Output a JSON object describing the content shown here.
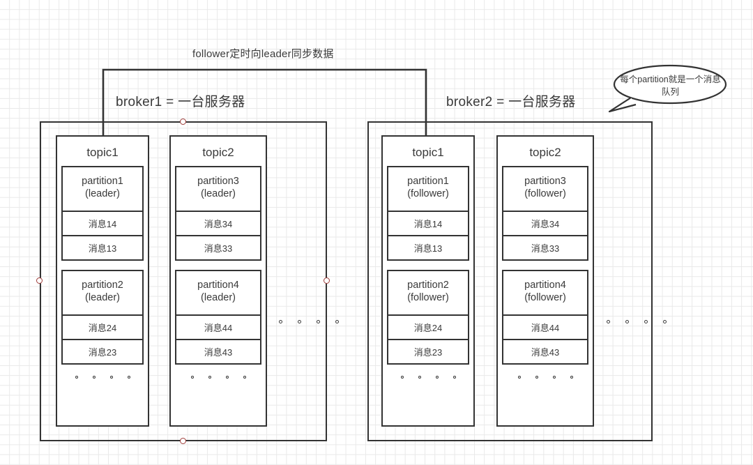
{
  "diagram": {
    "sync_note": "follower定时向leader同步数据",
    "callout": "每个partition就是一个消息队列",
    "ellipsis_symbol": "",
    "colors": {
      "stroke": "#333333",
      "text": "#3a3a3a",
      "grid": "#e9e9e9",
      "handle": "#9e3b38"
    }
  },
  "brokers": [
    {
      "label": "broker1 = 一台服务器",
      "topics": [
        {
          "name": "topic1",
          "partitions": [
            {
              "name": "partition1",
              "role": "(leader)",
              "messages": [
                "消息14",
                "消息13"
              ]
            },
            {
              "name": "partition2",
              "role": "(leader)",
              "messages": [
                "消息24",
                "消息23"
              ]
            }
          ]
        },
        {
          "name": "topic2",
          "partitions": [
            {
              "name": "partition3",
              "role": "(leader)",
              "messages": [
                "消息34",
                "消息33"
              ]
            },
            {
              "name": "partition4",
              "role": "(leader)",
              "messages": [
                "消息44",
                "消息43"
              ]
            }
          ]
        }
      ]
    },
    {
      "label": "broker2 = 一台服务器",
      "topics": [
        {
          "name": "topic1",
          "partitions": [
            {
              "name": "partition1",
              "role": "(follower)",
              "messages": [
                "消息14",
                "消息13"
              ]
            },
            {
              "name": "partition2",
              "role": "(follower)",
              "messages": [
                "消息24",
                "消息23"
              ]
            }
          ]
        },
        {
          "name": "topic2",
          "partitions": [
            {
              "name": "partition3",
              "role": "(follower)",
              "messages": [
                "消息34",
                "消息33"
              ]
            },
            {
              "name": "partition4",
              "role": "(follower)",
              "messages": [
                "消息44",
                "消息43"
              ]
            }
          ]
        }
      ]
    }
  ]
}
